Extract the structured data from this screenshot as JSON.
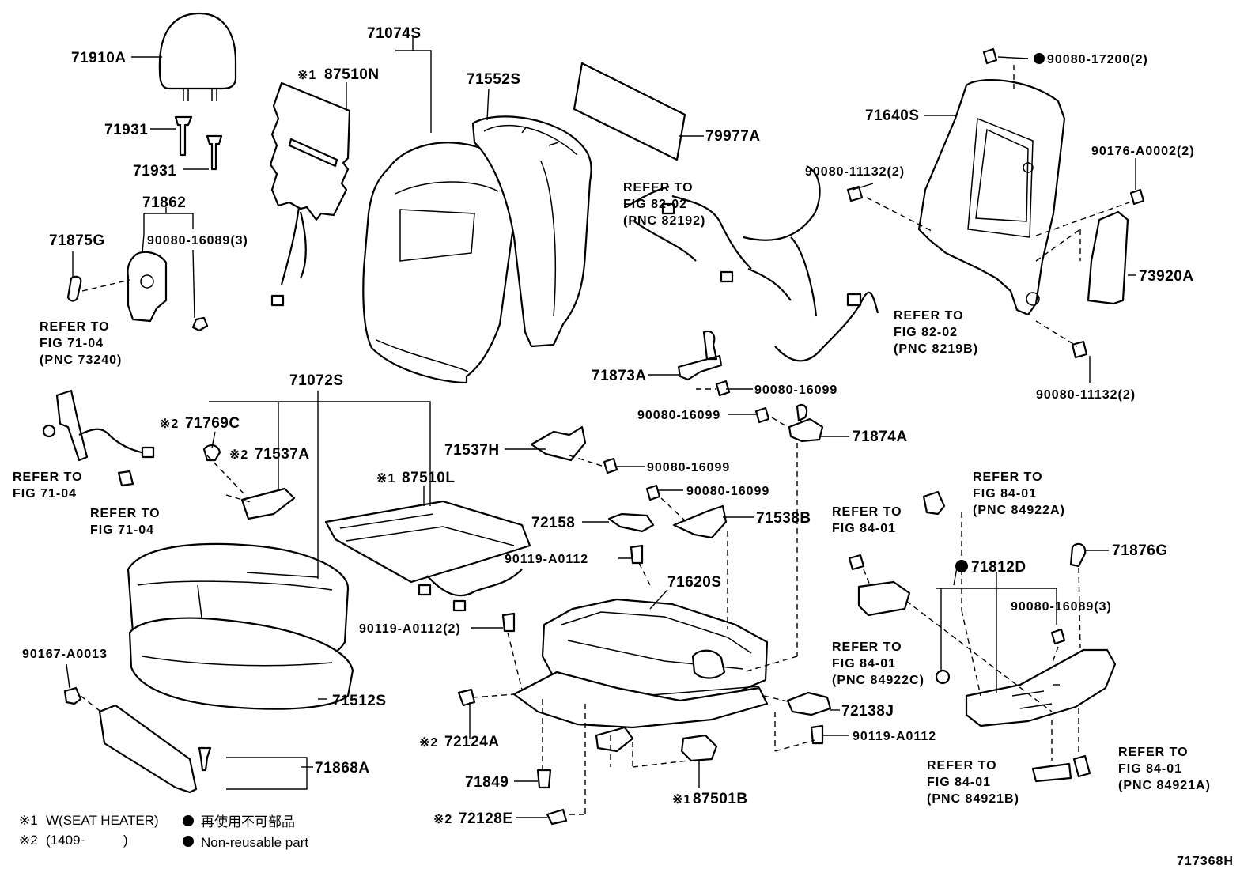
{
  "diagram": {
    "parts": {
      "headrest": "71910A",
      "headrest_support_1": "71931",
      "headrest_support_2": "71931",
      "seatback_assy": "71074S",
      "seatback_heater_note": "※1",
      "seatback_heater": "87510N",
      "seatback_pad": "71552S",
      "seatback_board": "79977A",
      "hinge_cover_assy": "71862",
      "hinge_cover_bolt": "90080-16089(3)",
      "hinge_cover_small": "71875G",
      "seat_cushion_assy": "71072S",
      "cushion_clip_note": "※2",
      "cushion_clip": "71769C",
      "cushion_bracket_note": "※2",
      "cushion_bracket": "71537A",
      "cushion_heater_note": "※1",
      "cushion_heater": "87510L",
      "cushion_pad": "71512S",
      "screw_cushion": "90167-A0013",
      "front_cover_clip": "71868A",
      "seatback_frame": "71640S",
      "frame_top_nut": "90080-17200(2)",
      "frame_left_bolt": "90080-11132(2)",
      "frame_right_nut": "90176-A0002(2)",
      "frame_bottom_bolt": "90080-11132(2)",
      "back_side_cover": "73920A",
      "hinge_bracket": "71873A",
      "hinge_bracket_bolt": "90080-16099",
      "lower_bracket_bolt": "90080-16099",
      "lower_bracket": "71874A",
      "track_bracket_left": "71537H",
      "track_bracket_left_bolt": "90080-16099",
      "track_bracket_right_bolt": "90080-16099",
      "track_bracket_right": "71538B",
      "slide_handle": "72158",
      "track_bolt_upper": "90119-A0112",
      "track_bolt_lower": "90119-A0112(2)",
      "seat_adjuster": "71620S",
      "track_cover_note": "※2",
      "track_cover": "72124A",
      "track_end_cover": "72138J",
      "track_end_bolt": "90119-A0112",
      "track_stopper": "71849",
      "track_cap_note": "※2",
      "track_cap": "72128E",
      "heater_switch_note": "※1",
      "heater_switch": "87501B",
      "cushion_shield": "71812D",
      "shield_bolt": "90080-16089(3)",
      "shield_small_cover": "71876G",
      "diagram_id": "717368H"
    },
    "refs": {
      "wire_harness_1": [
        "REFER TO",
        "FIG 82-02",
        "(PNC 82192)"
      ],
      "wire_harness_2": [
        "REFER TO",
        "FIG 82-02",
        "(PNC 8219B)"
      ],
      "seat_belt": [
        "REFER TO",
        "FIG 71-04",
        "(PNC 73240)"
      ],
      "belt_anchor": [
        "REFER TO",
        "FIG 71-04"
      ],
      "belt_wire": [
        "REFER TO",
        "FIG 71-04"
      ],
      "power_switch_knob": [
        "REFER TO",
        "FIG 84-01",
        "(PNC 84922A)"
      ],
      "power_switch_bolt": [
        "REFER TO",
        "FIG 84-01"
      ],
      "power_switch": [
        "REFER TO",
        "FIG 84-01",
        "(PNC 84922C)"
      ],
      "switch_knob_b": [
        "REFER TO",
        "FIG 84-01",
        "(PNC 84921B)"
      ],
      "switch_knob_a": [
        "REFER TO",
        "FIG 84-01",
        "(PNC 84921A)"
      ]
    },
    "legend": {
      "note1_mark": "※1",
      "note1_text": "W(SEAT HEATER)",
      "note2_mark": "※2",
      "note2_text": "(1409-",
      "note2_close": ")",
      "non_reusable_jp": "再使用不可部品",
      "non_reusable_en": "Non-reusable part"
    }
  }
}
